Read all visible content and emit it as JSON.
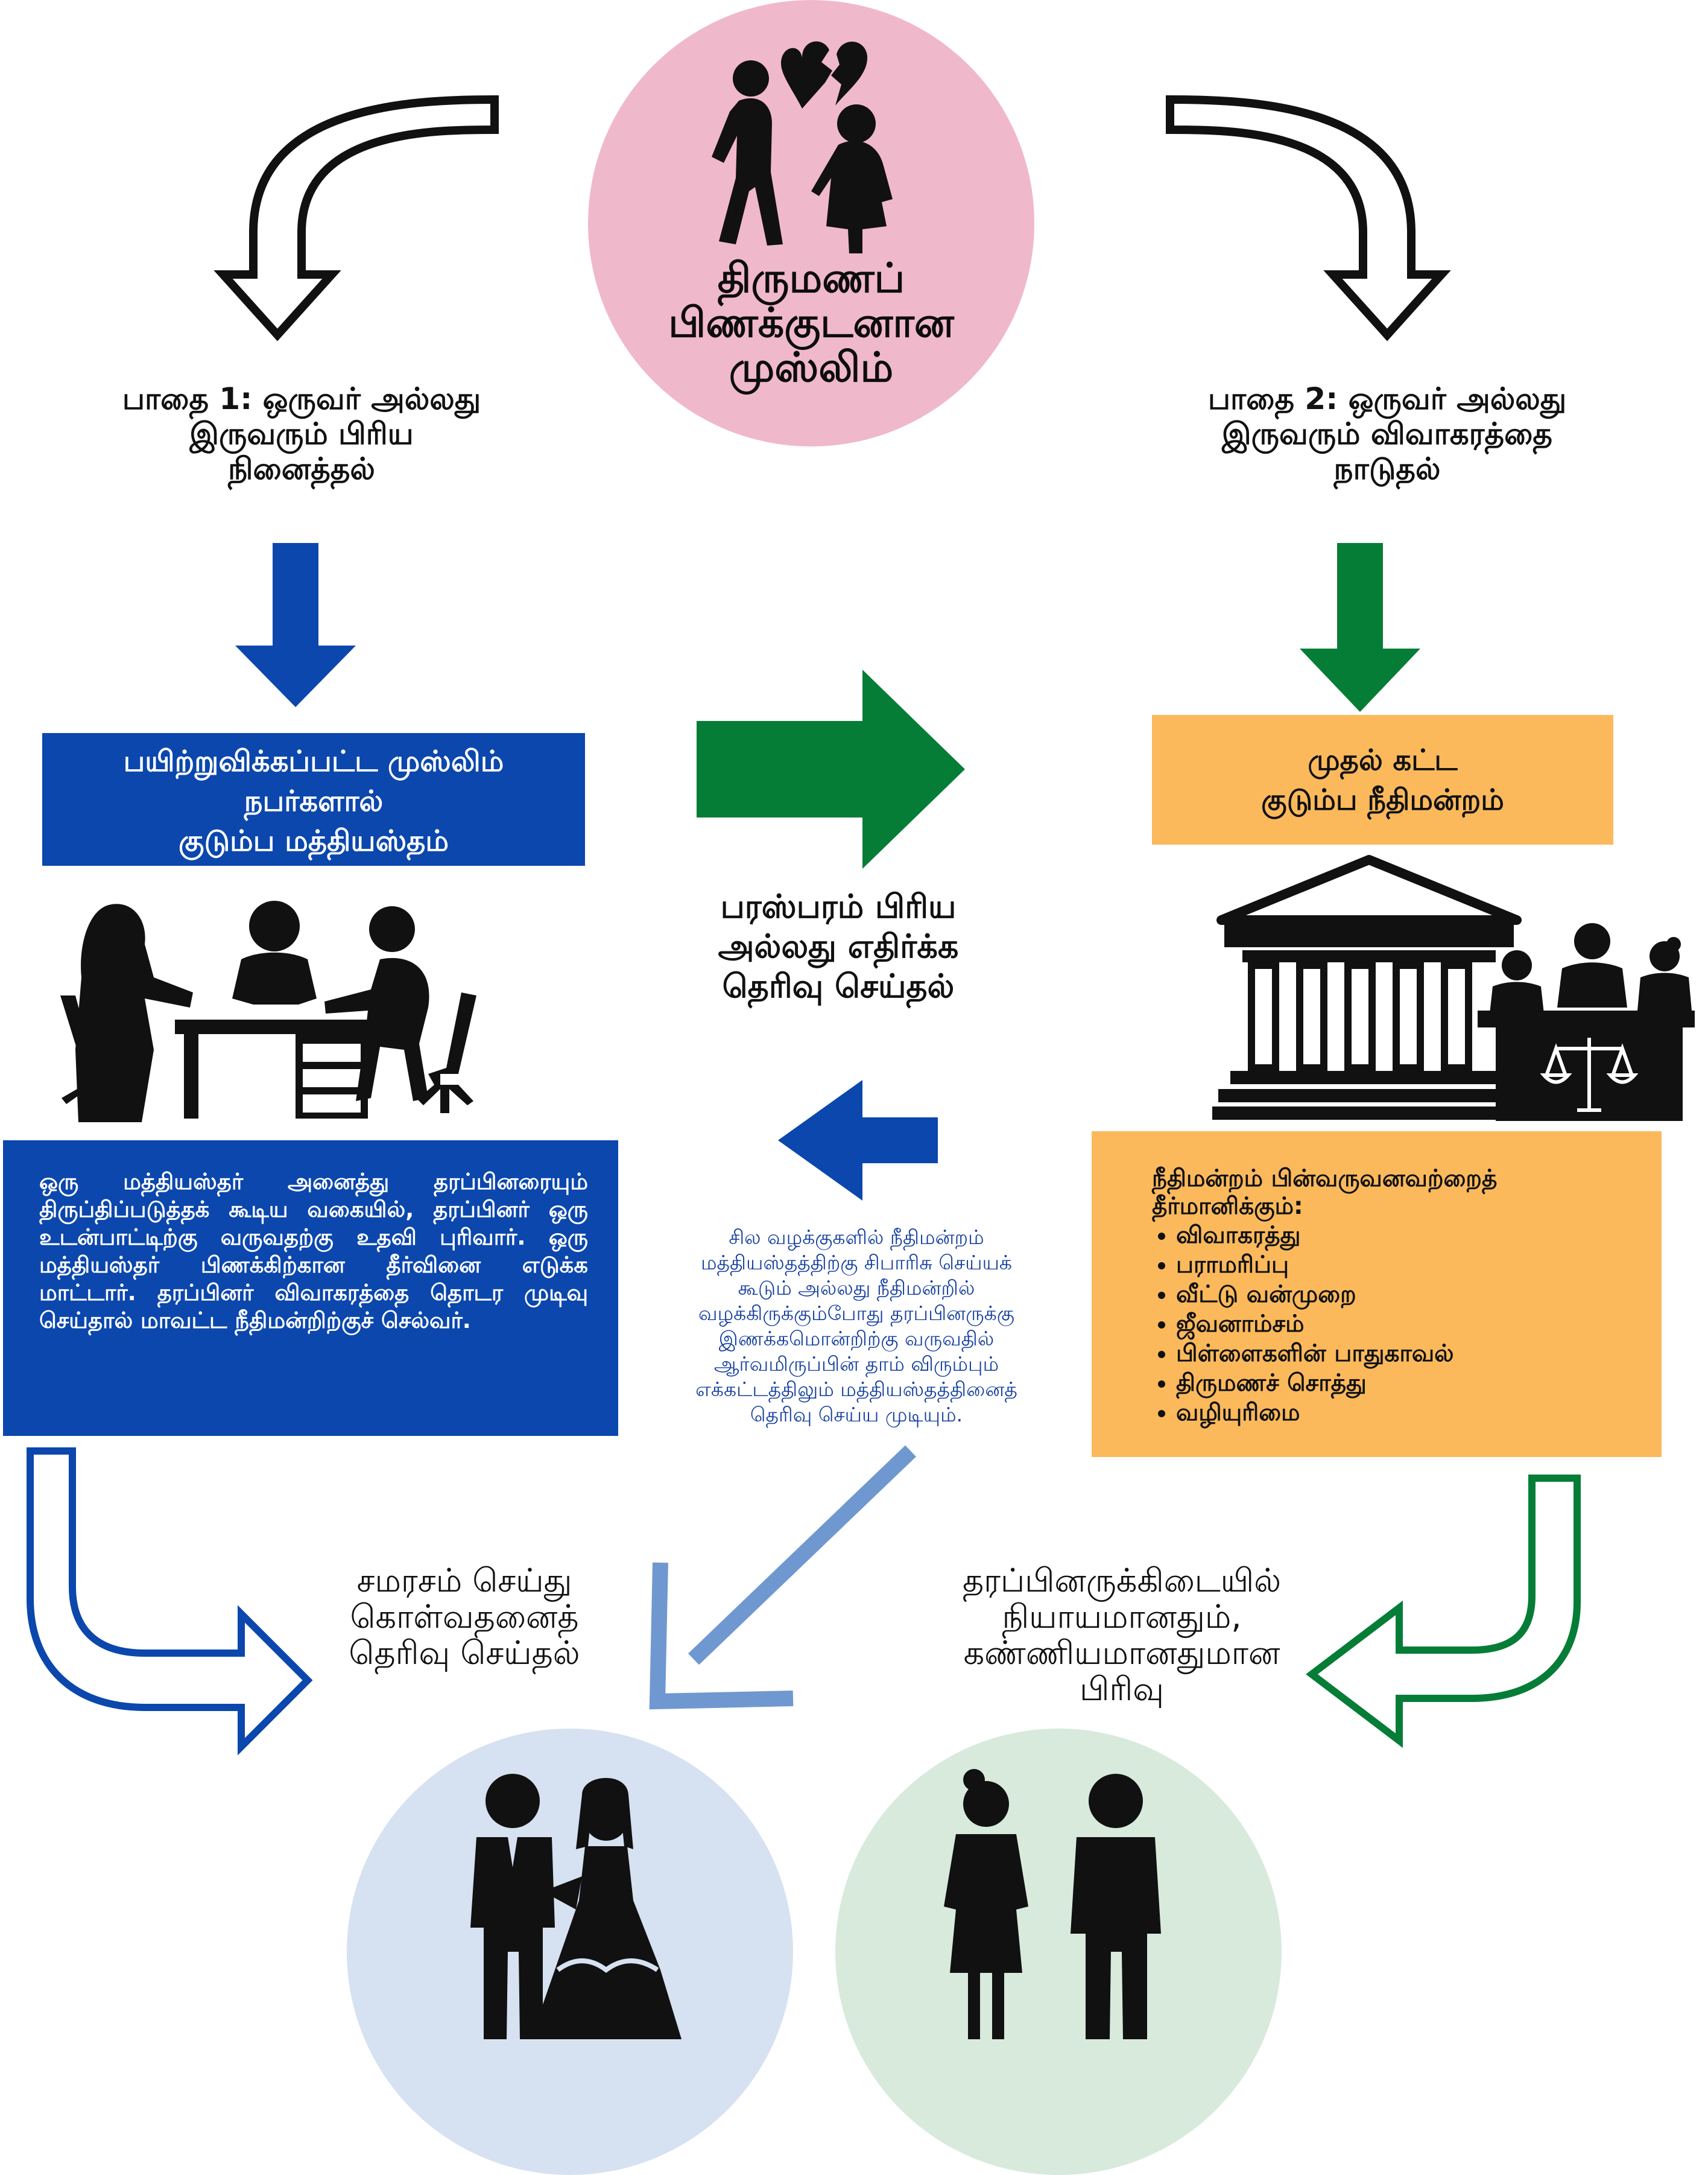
{
  "top": {
    "title_lines": [
      "திருமணப்",
      "பிணக்குடனான",
      "முஸ்லிம்"
    ]
  },
  "path1": {
    "lines": [
      "பாதை 1: ஒருவர் அல்லது",
      "இருவரும் பிரிய",
      "நினைத்தல்"
    ]
  },
  "path2": {
    "lines": [
      "பாதை 2: ஒருவர் அல்லது",
      "இருவரும் விவாகரத்தை",
      "நாடுதல்"
    ]
  },
  "mediation_box": {
    "lines": [
      "பயிற்றுவிக்கப்பட்ட முஸ்லிம்",
      "நபர்களால்",
      "குடும்ப மத்தியஸ்தம்"
    ]
  },
  "court_box": {
    "lines": [
      "முதல் கட்ட",
      "குடும்ப நீதிமன்றம்"
    ]
  },
  "middle_label": {
    "lines": [
      "பரஸ்பரம் பிரிய",
      "அல்லது எதிர்க்க",
      "தெரிவு செய்தல்"
    ]
  },
  "mediator_description": "ஒரு மத்தியஸ்தர் அனைத்து தரப்பினரையும் திருப்திப்படுத்தக் கூடிய வகையில், தரப்பினர் ஒரு உடன்பாட்டிற்கு வருவதற்கு உதவி புரிவார். ஒரு மத்தியஸ்தர் பிணக்கிற்கான தீர்வினை எடுக்க மாட்டார். தரப்பினர் விவாகரத்தை தொடர முடிவு செய்தால் மாவட்ட நீதிமன்றிற்குச் செல்வர்.",
  "court_note": {
    "lines": [
      "சில வழக்குகளில் நீதிமன்றம்",
      "மத்தியஸ்தத்திற்கு சிபாரிசு செய்யக்",
      "கூடும் அல்லது நீதிமன்றில்",
      "வழக்கிருக்கும்போது தரப்பினருக்கு",
      "இணக்கமொன்றிற்கு வருவதில்",
      "ஆர்வமிருப்பின் தாம் விரும்பும்",
      "எக்கட்டத்திலும் மத்தியஸ்தத்தினைத்",
      "தெரிவு செய்ய முடியும்."
    ]
  },
  "court_decides": {
    "intro_lines": [
      "நீதிமன்றம் பின்வருவனவற்றைத்",
      "தீர்மானிக்கும்:"
    ],
    "items": [
      "விவாகரத்து",
      "பராமரிப்பு",
      "வீட்டு வன்முறை",
      "ஜீவனாம்சம்",
      "பிள்ளைகளின் பாதுகாவல்",
      "திருமணச் சொத்து",
      "வழியுரிமை"
    ]
  },
  "outcome_reconcile": {
    "lines": [
      "சமரசம் செய்து",
      "கொள்வதனைத்",
      "தெரிவு செய்தல்"
    ]
  },
  "outcome_separate": {
    "lines": [
      "தரப்பினருக்கிடையில்",
      "நியாயமானதும்,",
      "கண்ணியமானதுமான",
      "பிரிவு"
    ]
  },
  "colors": {
    "pink": "#f0b8cb",
    "blue": "#0b47ad",
    "green": "#067d37",
    "orange": "#fbb95c",
    "light_blue": "#7098d0",
    "circle_blue": "#d6e1f1",
    "circle_green": "#d7eadc"
  },
  "icons": {
    "top": "broken-heart-couple-icon",
    "mediation": "mediation-meeting-icon",
    "court": "courthouse-icon",
    "reconcile": "wedding-couple-icon",
    "separate": "separated-couple-icon"
  }
}
